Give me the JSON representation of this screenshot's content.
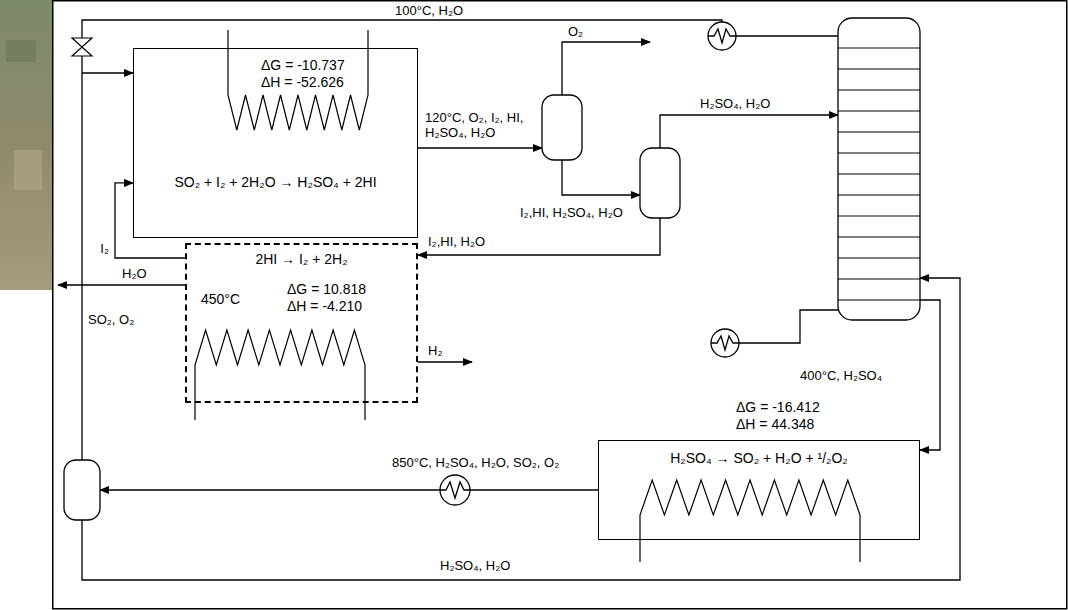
{
  "diagram": {
    "nodes": [
      {
        "text": [
          "ΔG = -10.737",
          "ΔH = -52.626",
          "SO₂ + I₂ + 2H₂O → H₂SO₄ + 2HI"
        ]
      },
      {
        "text": [
          "2HI → I₂ + 2H₂",
          "450°C",
          "ΔG = 10.818",
          "ΔH = -4.210"
        ]
      },
      {
        "text": [
          "ΔG = -16.412",
          "ΔH = 44.348",
          "H₂SO₄ → SO₂ + H₂O + ¹/₂O₂"
        ]
      }
    ],
    "edges": [
      {
        "from": 1,
        "to": 0,
        "arrow": "to",
        "label": "I₂"
      }
    ],
    "labels": [
      "100°C, H₂O",
      "120°C, O₂, I₂, HI, H₂SO₄, H₂O",
      "O₂",
      "H₂SO₄, H₂O",
      "I₂,HI, H₂SO₄, H₂O",
      "I₂,HI, H₂O",
      "H₂O",
      "H₂",
      "SO₂, O₂",
      "400°C, H₂SO₄",
      "850°C, H₂SO₄, H₂O, SO₂, O₂",
      "H₂SO₄, H₂O"
    ]
  }
}
